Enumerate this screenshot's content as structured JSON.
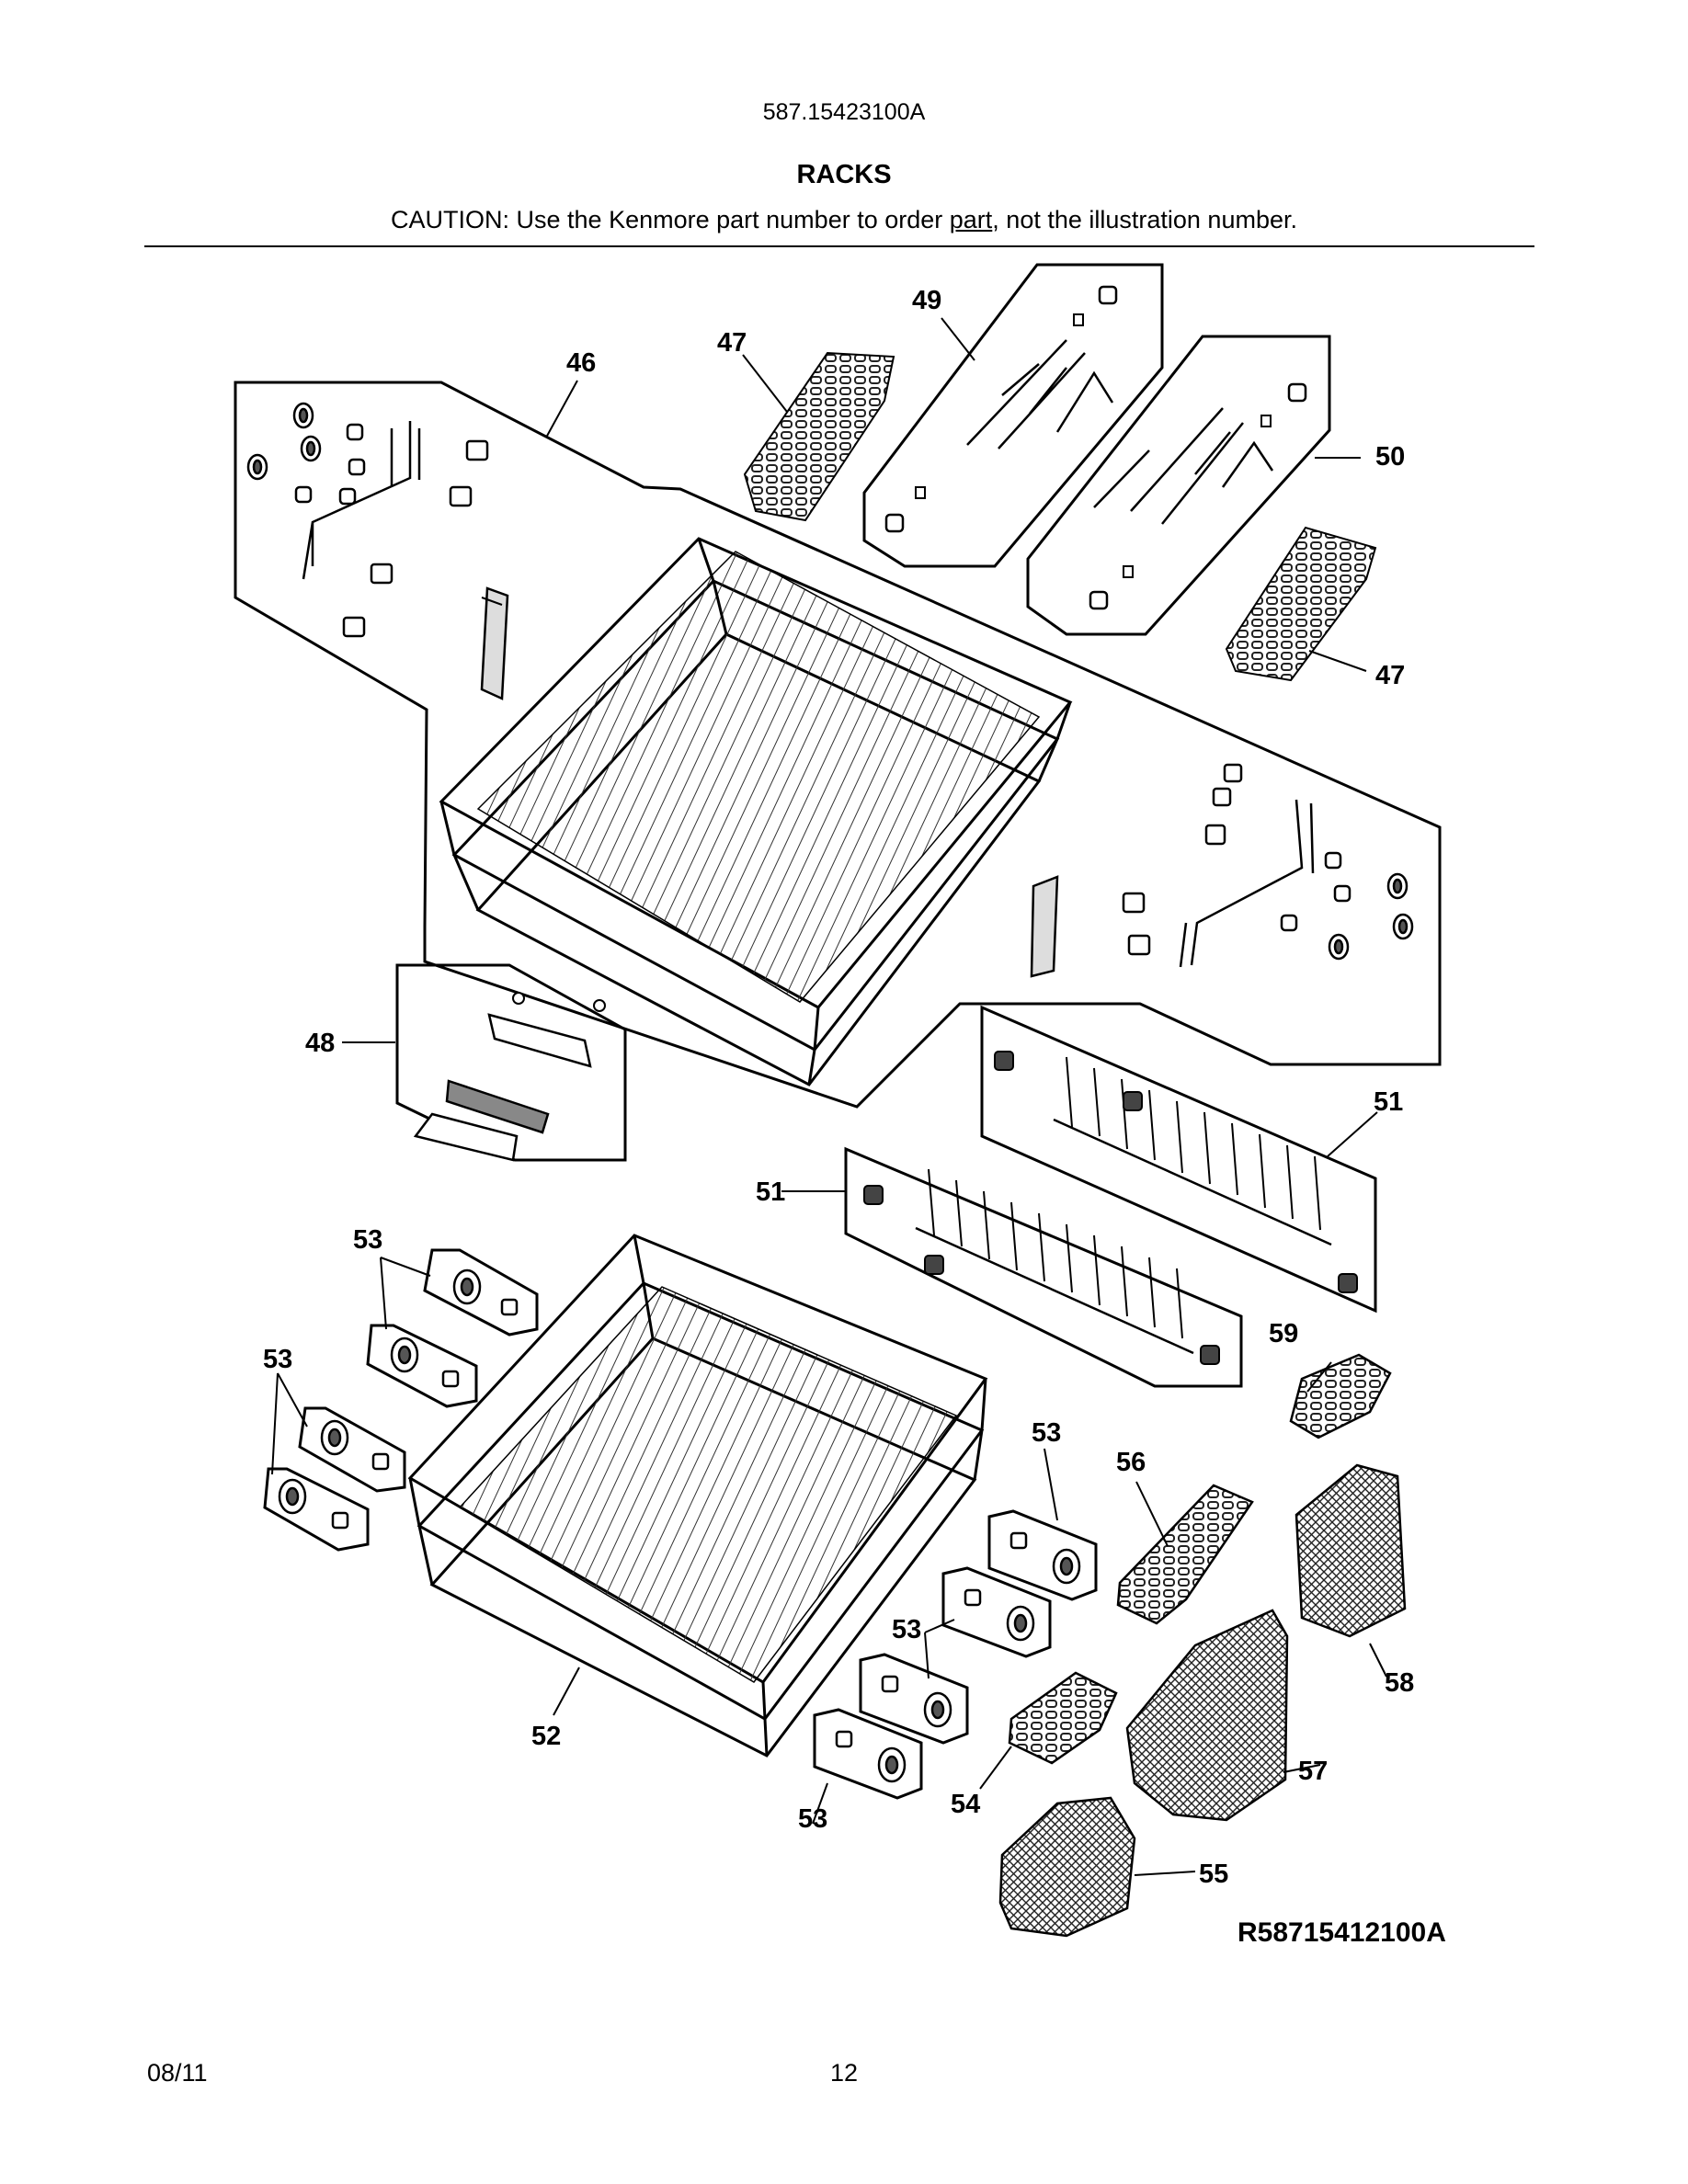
{
  "header": {
    "model_number": "587.15423100A",
    "section_title": "RACKS",
    "caution_prefix": "CAUTION: Use the Kenmore part number to order ",
    "caution_underlined": "part",
    "caution_suffix": ", not the illustration number."
  },
  "diagram": {
    "reference_code": "R58715412100A",
    "callouts": [
      "46",
      "47",
      "49",
      "47",
      "50",
      "48",
      "51",
      "51",
      "53",
      "53",
      "52",
      "53",
      "56",
      "53",
      "53",
      "59",
      "58",
      "57",
      "54",
      "55"
    ],
    "parts": [
      {
        "id": "upper-rack-kit",
        "callout": "46"
      },
      {
        "id": "tine-row-clip",
        "callout": "47"
      },
      {
        "id": "rack-handle-kit",
        "callout": "48"
      },
      {
        "id": "cup-shelf-left",
        "callout": "49"
      },
      {
        "id": "cup-shelf-right",
        "callout": "50"
      },
      {
        "id": "fold-down-tine-row",
        "callout": "51"
      },
      {
        "id": "lower-rack",
        "callout": "52"
      },
      {
        "id": "rack-roller-wheel",
        "callout": "53"
      },
      {
        "id": "basket-lid-small",
        "callout": "54"
      },
      {
        "id": "small-basket",
        "callout": "55"
      },
      {
        "id": "basket-lid-large",
        "callout": "56"
      },
      {
        "id": "silverware-basket",
        "callout": "57"
      },
      {
        "id": "side-basket",
        "callout": "58"
      },
      {
        "id": "side-basket-lid",
        "callout": "59"
      }
    ]
  },
  "footer": {
    "date": "08/11",
    "page": "12"
  }
}
